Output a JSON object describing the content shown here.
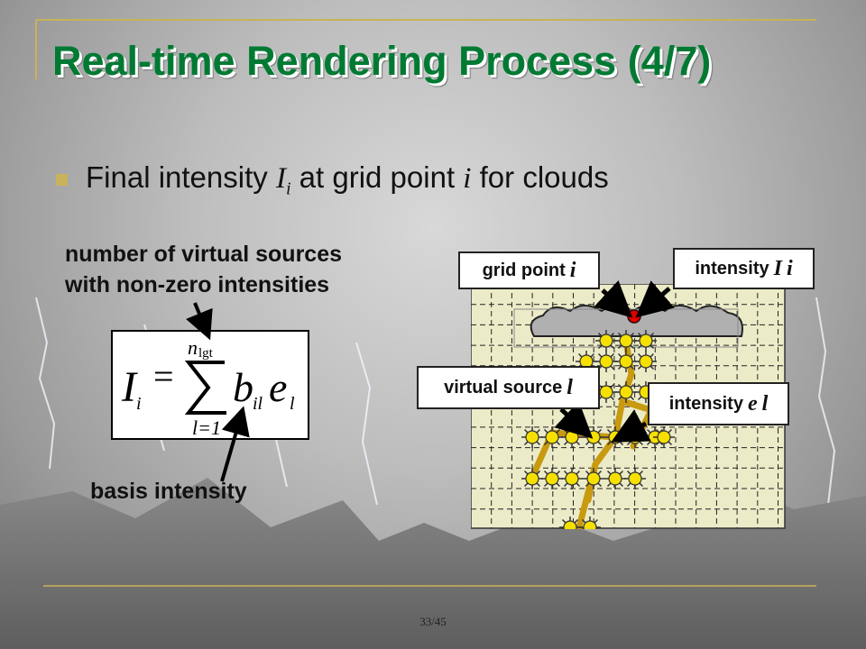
{
  "slide": {
    "title": "Real-time Rendering Process (4/7)",
    "bullet": {
      "prefix": "Final intensity",
      "symbol": "I",
      "symbol_sub": "i",
      "middle": "at grid point",
      "var": "i",
      "suffix": "for clouds"
    },
    "label_virtual_sources_line1": "number of virtual sources",
    "label_virtual_sources_line2": "with non-zero intensities",
    "label_basis": "basis intensity",
    "equation": {
      "lhs": "I",
      "lhs_sub": "i",
      "upper": "n",
      "upper_sub": "lgt",
      "lower": "l=1",
      "term_b": "b",
      "term_b_sub": "il",
      "term_e": "e",
      "term_e_sub": "l"
    },
    "callouts": {
      "grid_point": "grid point",
      "grid_point_var": "i",
      "intensity_I": "intensity",
      "intensity_I_sym": "I",
      "intensity_I_sub": "i",
      "virtual_source": "virtual source",
      "virtual_source_var": "l",
      "intensity_e": "intensity",
      "intensity_e_sym": "e",
      "intensity_e_sub": "l"
    },
    "page_number": "33/45",
    "colors": {
      "title": "#007a33",
      "bullet": "#c8b25a",
      "grid_fill": "#ecebc8",
      "virtual_source": "#f5e000",
      "grid_point": "#e00000",
      "lightning": "#c89a10"
    }
  }
}
